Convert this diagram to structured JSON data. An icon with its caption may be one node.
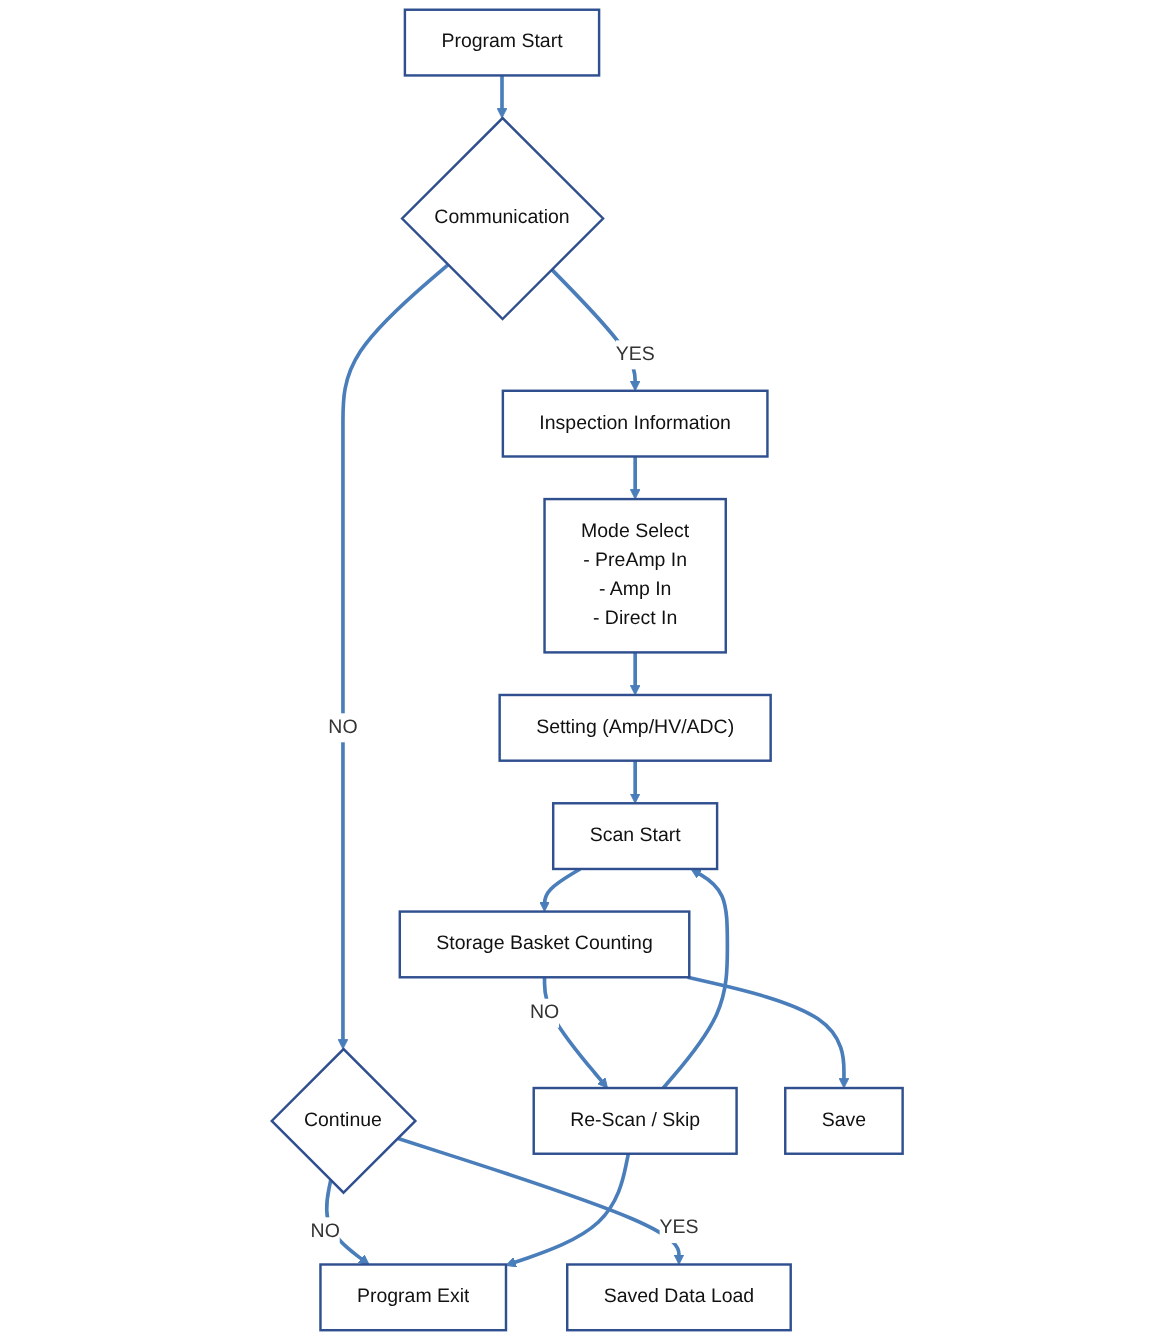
{
  "diagram": {
    "nodes": [
      {
        "text": [
          "Program Start"
        ]
      },
      {
        "text": [
          "Communication"
        ]
      },
      {
        "text": [
          "Continue"
        ]
      },
      {
        "text": [
          "Inspection Information"
        ]
      },
      {
        "text": [
          "Program Exit"
        ]
      },
      {
        "text": [
          "Saved Data Load"
        ]
      },
      {
        "text": [
          "Mode Select",
          "- PreAmp In",
          "- Amp In",
          "- Direct In"
        ]
      },
      {
        "text": [
          "Setting (Amp/HV/ADC)"
        ]
      },
      {
        "text": [
          "Scan Start"
        ]
      },
      {
        "text": [
          "Storage Basket Counting"
        ]
      },
      {
        "text": [
          "Re-Scan / Skip"
        ]
      },
      {
        "text": [
          "Save"
        ]
      }
    ],
    "edges": [
      {
        "from": 0,
        "to": 1,
        "arrow": "to"
      },
      {
        "from": 1,
        "to": 2,
        "arrow": "to",
        "label": "NO"
      },
      {
        "from": 1,
        "to": 3,
        "arrow": "to",
        "label": "YES"
      },
      {
        "from": 2,
        "to": 4,
        "arrow": "to",
        "label": "NO"
      },
      {
        "from": 2,
        "to": 5,
        "arrow": "to",
        "label": "YES"
      },
      {
        "from": 3,
        "to": 6,
        "arrow": "to"
      },
      {
        "from": 6,
        "to": 7,
        "arrow": "to"
      },
      {
        "from": 7,
        "to": 8,
        "arrow": "to"
      },
      {
        "from": 8,
        "to": 9,
        "arrow": "to"
      },
      {
        "from": 9,
        "to": 10,
        "arrow": "to",
        "label": "NO"
      },
      {
        "from": 10,
        "to": 8,
        "arrow": "to"
      },
      {
        "from": 10,
        "to": 4,
        "arrow": "to"
      },
      {
        "from": 9,
        "to": 11,
        "arrow": "to"
      }
    ]
  }
}
